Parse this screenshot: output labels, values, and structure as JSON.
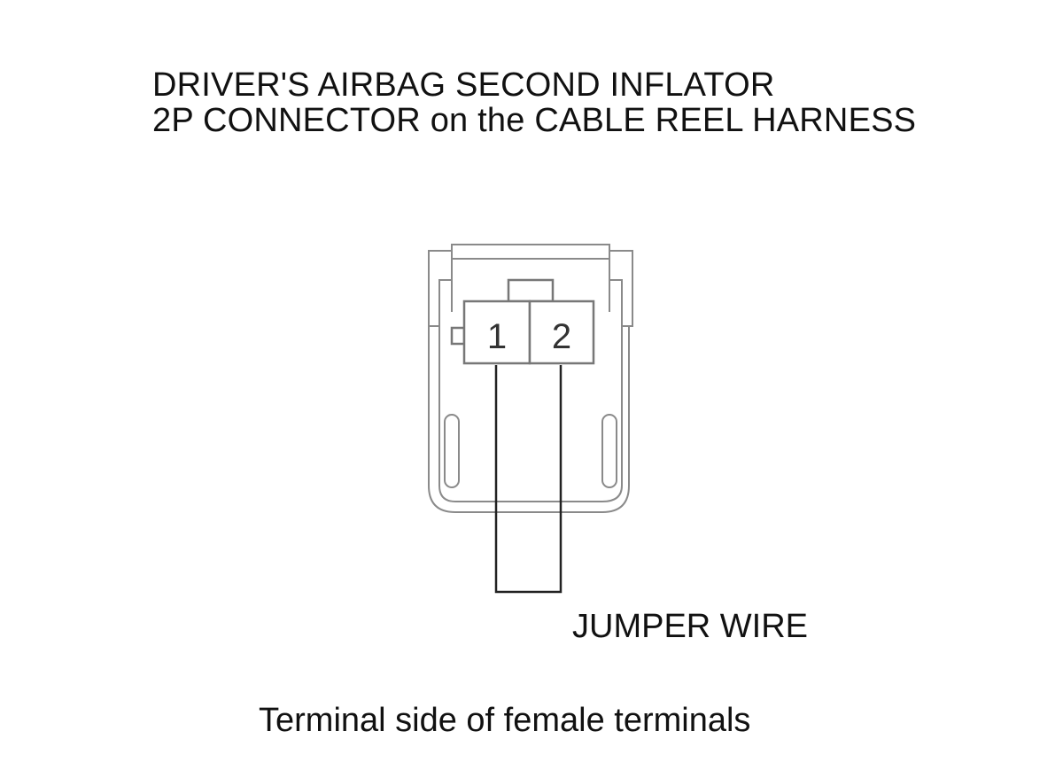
{
  "header": {
    "title_line1": "DRIVER'S AIRBAG SECOND INFLATOR",
    "title_line2": "2P CONNECTOR on the CABLE REEL HARNESS"
  },
  "connector": {
    "pins": [
      "1",
      "2"
    ]
  },
  "labels": {
    "jumper_wire": "JUMPER WIRE",
    "caption": "Terminal side of female terminals"
  },
  "colors": {
    "outline": "#888888",
    "wire": "#222222",
    "text": "#111111"
  }
}
